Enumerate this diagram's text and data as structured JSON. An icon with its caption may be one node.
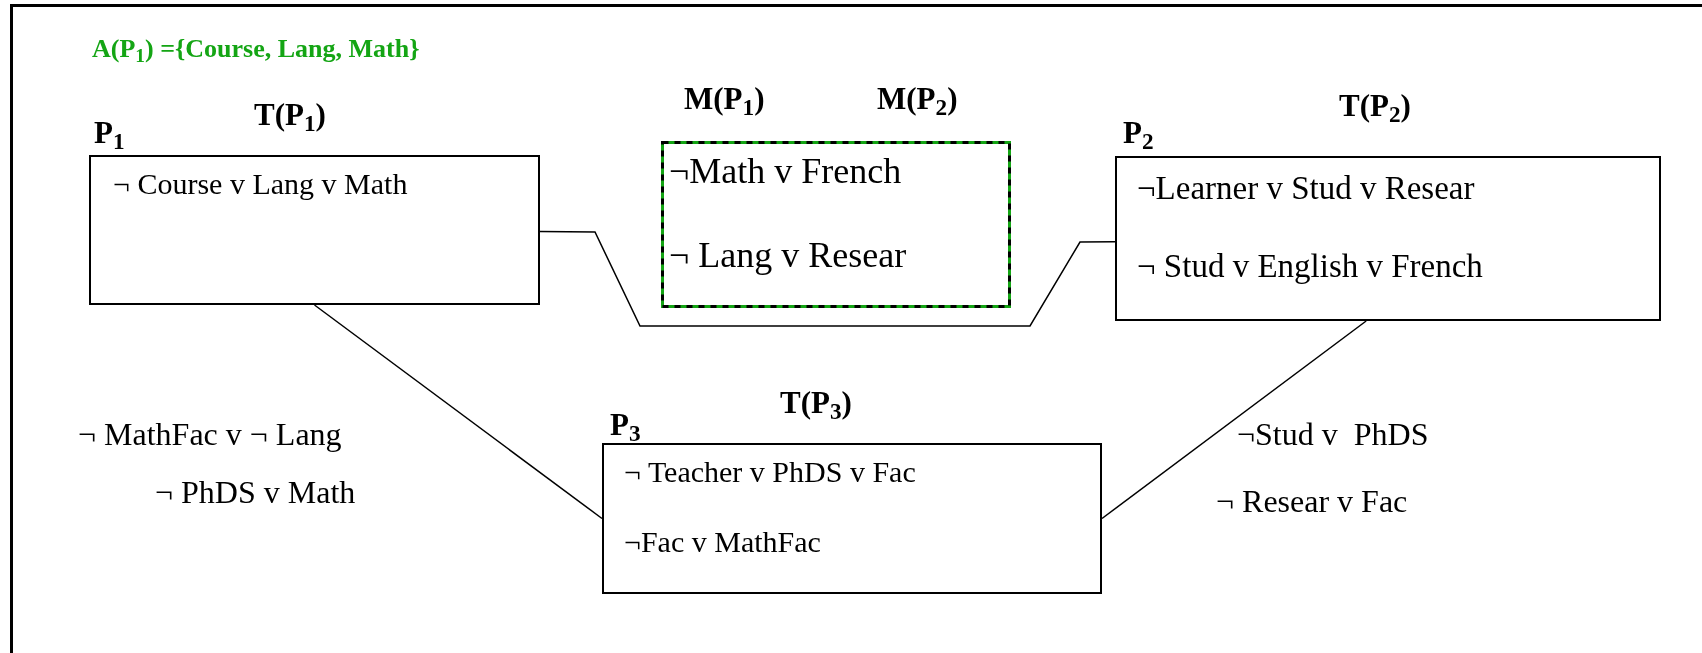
{
  "diagram": {
    "nodes": [
      {
        "text": [
          "P$_{1}$",
          "T(P$_{1}$)",
          "¬ Course v Lang v Math"
        ]
      },
      {
        "text": [
          "M(P$_{1}$)",
          "M(P$_{2}$)",
          "¬Math v French",
          "¬ Lang v Resear"
        ]
      },
      {
        "text": [
          "P$_{2}$",
          "T(P$_{2}$)",
          "¬Learner v Stud v Resear",
          "¬ Stud v English v French"
        ]
      },
      {
        "text": [
          "P$_{3}$",
          "T(P$_{3}$)",
          "¬ Teacher v PhDS v Fac",
          "¬Fac v MathFac"
        ]
      }
    ],
    "edges": [
      {
        "from": 0,
        "to": 2,
        "arrow": "none"
      },
      {
        "from": 0,
        "to": 3,
        "arrow": "none"
      },
      {
        "from": 2,
        "to": 3,
        "arrow": "none"
      }
    ],
    "labels": [
      "A(P$_{1}$) ={Course, Lang, Math}",
      "¬ MathFac v ¬ Lang",
      "¬ PhDS v Math",
      "¬Stud v  PhDS",
      "¬ Resear v Fac"
    ]
  }
}
